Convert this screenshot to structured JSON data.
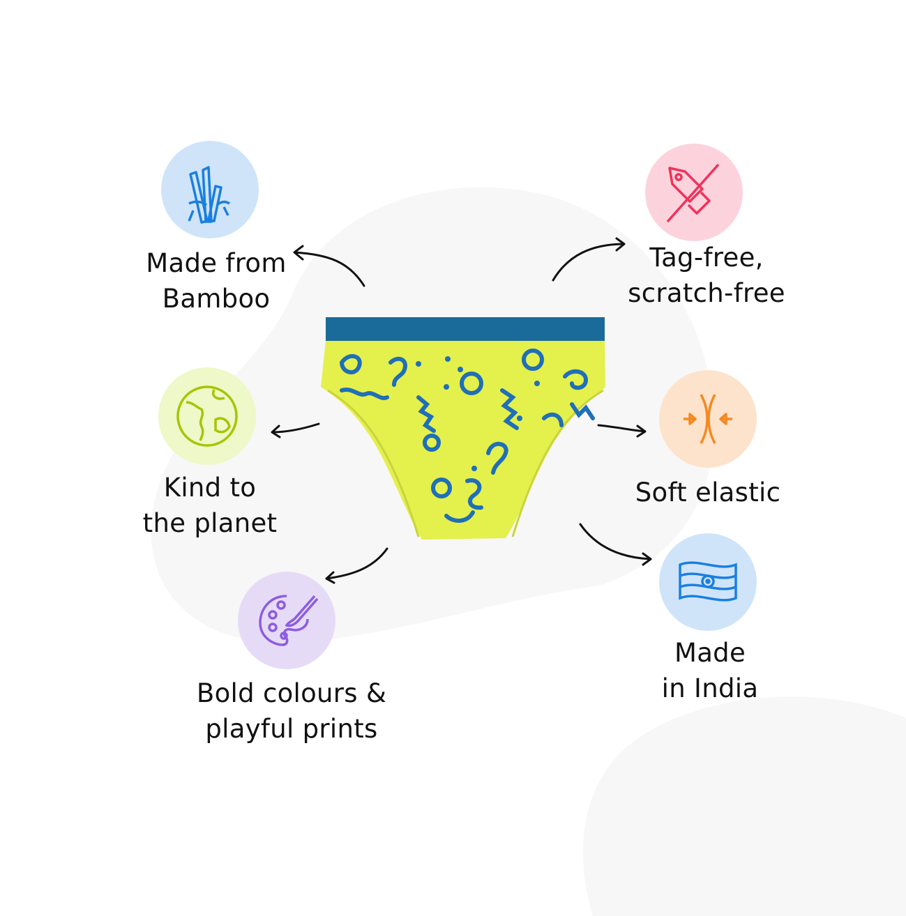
{
  "features": [
    {
      "id": "bamboo",
      "lines": [
        "Made from",
        "Bamboo"
      ],
      "icon": "bamboo-icon",
      "bg": "#cfe4f9",
      "fg": "#1a7fe0"
    },
    {
      "id": "tag-free",
      "lines": [
        "Tag-free,",
        "scratch-free"
      ],
      "icon": "no-tag-icon",
      "bg": "#fcd3dd",
      "fg": "#f0325a"
    },
    {
      "id": "planet",
      "lines": [
        "Kind to",
        "the planet"
      ],
      "icon": "globe-icon",
      "bg": "#eef8c8",
      "fg": "#a8c400"
    },
    {
      "id": "elastic",
      "lines": [
        "Soft elastic"
      ],
      "icon": "elastic-icon",
      "bg": "#fde3cc",
      "fg": "#f5891f"
    },
    {
      "id": "prints",
      "lines": [
        "Bold colours &",
        "playful prints"
      ],
      "icon": "palette-icon",
      "bg": "#e6dbf7",
      "fg": "#8c5ce0"
    },
    {
      "id": "india",
      "lines": [
        "Made",
        "in India"
      ],
      "icon": "india-flag-icon",
      "bg": "#cfe4f9",
      "fg": "#1a7fe0"
    }
  ],
  "product": {
    "waistband": "#1b6b9a",
    "fabric": "#e4f04c",
    "print": "#1f6fb8"
  }
}
